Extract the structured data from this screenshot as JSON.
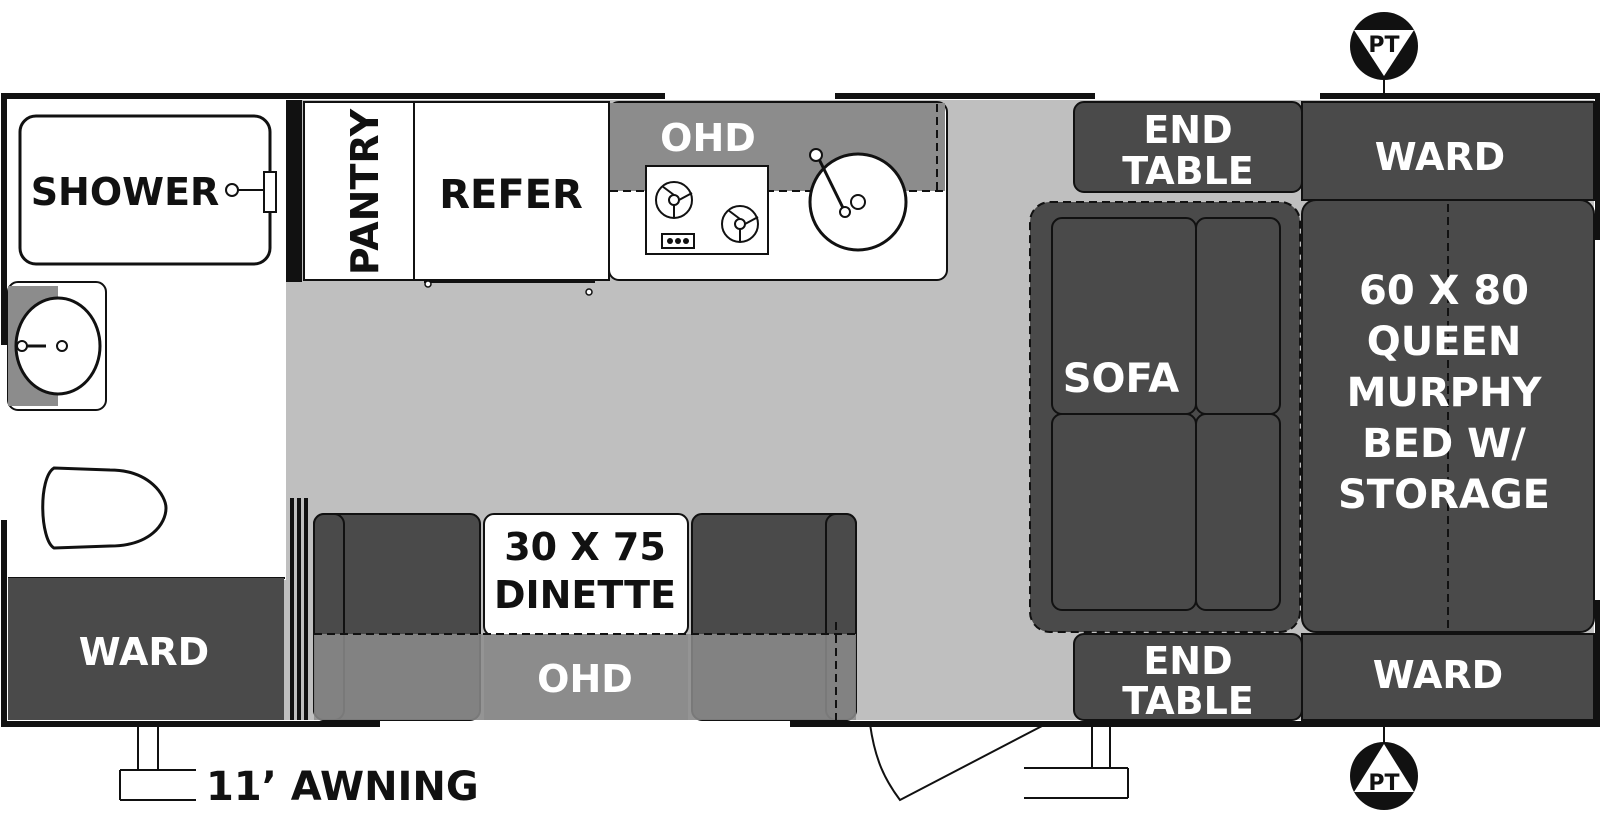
{
  "colors": {
    "floor": "#bfbfbf",
    "furniture_dark": "#4a4a4a",
    "overhead": "#8c8c8c",
    "wall": "#111111",
    "fixture": "#ffffff"
  },
  "markers": {
    "pass_through_top": "PT",
    "pass_through_bottom": "PT"
  },
  "rooms": {
    "shower": "SHOWER",
    "pantry": "PANTRY",
    "refer": "REFER",
    "ohd_kitchen": "OHD",
    "end_table_top": [
      "END",
      "TABLE"
    ],
    "ward_top_right": "WARD",
    "sofa": "SOFA",
    "bed": [
      "60 X 80",
      "QUEEN",
      "MURPHY",
      "BED W/",
      "STORAGE"
    ],
    "dinette": [
      "30 X 75",
      "DINETTE"
    ],
    "ohd_dinette": "OHD",
    "ward_left": "WARD",
    "end_table_bottom": [
      "END",
      "TABLE"
    ],
    "ward_bottom_right": "WARD"
  },
  "awning": "11’ AWNING"
}
